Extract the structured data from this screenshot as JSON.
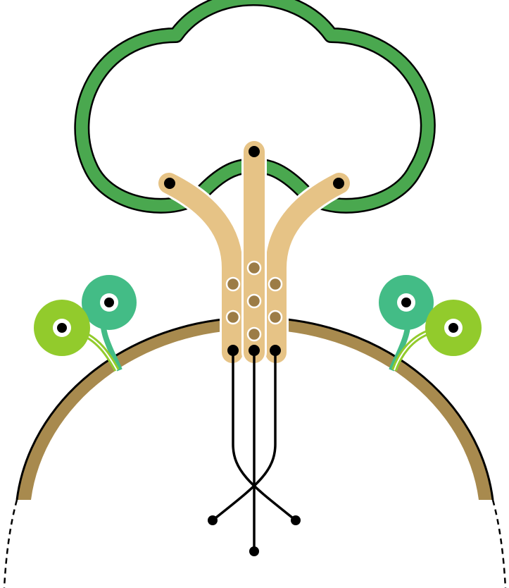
{
  "colors": {
    "canopy": "#4aa84f",
    "trunk": "#e6c386",
    "soil": "#a88a4e",
    "knot": "#9c7c46",
    "node": "#000000",
    "flower_teal": "#43bc86",
    "flower_lime": "#92cb2c",
    "outline": "#000000",
    "background": "#ffffff"
  },
  "icons": {
    "canopy": "cloud-canopy-icon",
    "trunk": "tree-trunk-icon",
    "roots": "root-lines-icon",
    "ground": "soil-arc-icon",
    "flower_left": "flower-pair-icon",
    "flower_right": "flower-pair-icon"
  },
  "counts": {
    "trunk_branches": 3,
    "trunk_knots": 7,
    "root_lines": 3,
    "flowers_per_side": 2
  }
}
